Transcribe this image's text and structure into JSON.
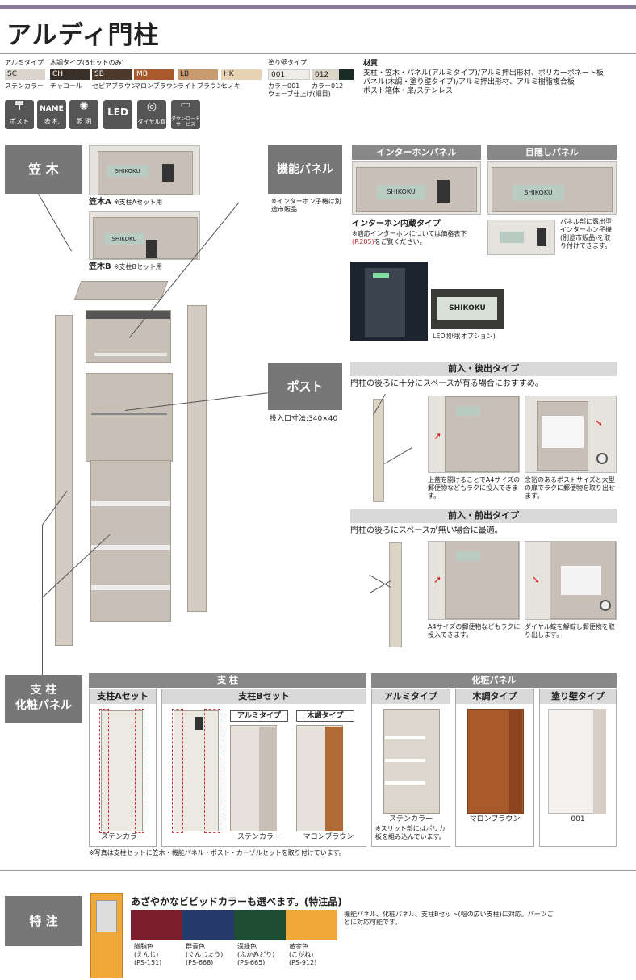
{
  "page": {
    "title": "アルディ門柱"
  },
  "color_types": {
    "alumi_label": "アルミタイプ",
    "wood_label": "木調タイプ(Bセットのみ)",
    "paint_label": "塗り壁タイプ",
    "swatches": [
      {
        "code": "SC",
        "name": "ステンカラー",
        "color": "#d9d4cc"
      },
      {
        "code": "CH",
        "name": "チャコール",
        "color": "#3a3028"
      },
      {
        "code": "SB",
        "name": "セピアブラウン",
        "color": "#4e3a2c"
      },
      {
        "code": "MB",
        "name": "マロンブラウン",
        "color": "#a85a2c"
      },
      {
        "code": "LB",
        "name": "ライトブラウン",
        "color": "#c89a70"
      },
      {
        "code": "HK",
        "name": "ヒノキ",
        "color": "#e8d2b4"
      }
    ],
    "paint_swatches": [
      {
        "code": "001",
        "name": "カラー001",
        "color": "#f0ede6"
      },
      {
        "code": "012",
        "name": "カラー012",
        "color": "#ddd6c8"
      }
    ],
    "paint_note": "ウェーブ仕上げ(細目)"
  },
  "materials": {
    "title": "材質",
    "lines": [
      "支柱・笠木・パネル(アルミタイプ)/アルミ押出形材、ポリカーボネート板",
      "パネル(木調・塗り壁タイプ)/アルミ押出形材、アルミ樹脂複合板",
      "ポスト箱体・扉/ステンレス"
    ]
  },
  "icons": [
    {
      "label": "ポスト",
      "glyph": "〒"
    },
    {
      "label": "表 札",
      "glyph": "NAME"
    },
    {
      "label": "照 明",
      "glyph": "✺"
    },
    {
      "label": "",
      "glyph": "LED"
    },
    {
      "label": "ダイヤル錠",
      "glyph": "◎"
    },
    {
      "label": "ダウンロードサービス",
      "glyph": "▭"
    }
  ],
  "kasagi": {
    "label": "笠 木",
    "a_name": "笠木A",
    "a_note": "※支柱Aセット用",
    "b_name": "笠木B",
    "b_note": "※支柱Bセット用",
    "nameplate": "SHIKOKU"
  },
  "kinou": {
    "label": "機能パネル",
    "note": "※インターホン子機は別途市販品",
    "interphone_header": "インターホンパネル",
    "mekakushi_header": "目隠しパネル",
    "interphone_title": "インターホン内蔵タイプ",
    "interphone_note1": "※適応インターホンについては価格表下",
    "interphone_ref": "(P.285)",
    "interphone_note2": "をご覧ください。",
    "mekakushi_note": "パネル部に露出型インターホン子機(別途市販品)を取り付けできます。",
    "led_caption": "LED照明(オプション)",
    "nameplate": "SHIKOKU"
  },
  "post": {
    "label": "ポスト",
    "size_note": "投入口寸法:340×40",
    "back_header": "前入・後出タイプ",
    "back_desc": "門柱の後ろに十分にスペースが有る場合におすすめ。",
    "back_cap1": "上蓋を開けることでA4サイズの郵便物などもラクに投入できます。",
    "back_cap2": "余裕のあるポストサイズと大型の扉でラクに郵便物を取り出せます。",
    "front_header": "前入・前出タイプ",
    "front_desc": "門柱の後ろにスペースが無い場合に最適。",
    "front_cap1": "A4サイズの郵便物などもラクに投入できます。",
    "front_cap2": "ダイヤル錠を解錠し郵便物を取り出します。"
  },
  "shichu": {
    "label_line1": "支 柱",
    "label_line2": "化粧パネル",
    "header": "支 柱",
    "set_a": "支柱Aセット",
    "set_b": "支柱Bセット",
    "alumi": "アルミタイプ",
    "wood": "木調タイプ",
    "cap_a": "ステンカラー",
    "cap_b1": "ステンカラー",
    "cap_b2": "マロンブラウン",
    "note": "※写真は支柱セットに笠木・機能パネル・ポスト・カーゾルセットを取り付けています。"
  },
  "kesho": {
    "header": "化粧パネル",
    "alumi": "アルミタイプ",
    "wood": "木調タイプ",
    "paint": "塗り壁タイプ",
    "cap_alumi": "ステンカラー",
    "cap_alumi_note": "※スリット部にはポリカ板を組み込んでいます。",
    "cap_wood": "マロンブラウン",
    "cap_paint": "001"
  },
  "tokuchu": {
    "label": "特 注",
    "title": "あざやかなビビッドカラーも選べます。(特注品)",
    "desc": "機能パネル、化粧パネル、支柱Bセット(幅の広い支柱)に対応。パーツごとに対応可能です。",
    "colors": [
      {
        "name": "臙脂色",
        "reading": "(えんじ)",
        "code": "(PS-151)",
        "color": "#7a1e2e"
      },
      {
        "name": "群青色",
        "reading": "(ぐんじょう)",
        "code": "(PS-668)",
        "color": "#253a6a"
      },
      {
        "name": "深緑色",
        "reading": "(ふかみどり)",
        "code": "(PS-665)",
        "color": "#1e4d34"
      },
      {
        "name": "黄金色",
        "reading": "(こがね)",
        "code": "(PS-912)",
        "color": "#f0a838"
      }
    ]
  }
}
